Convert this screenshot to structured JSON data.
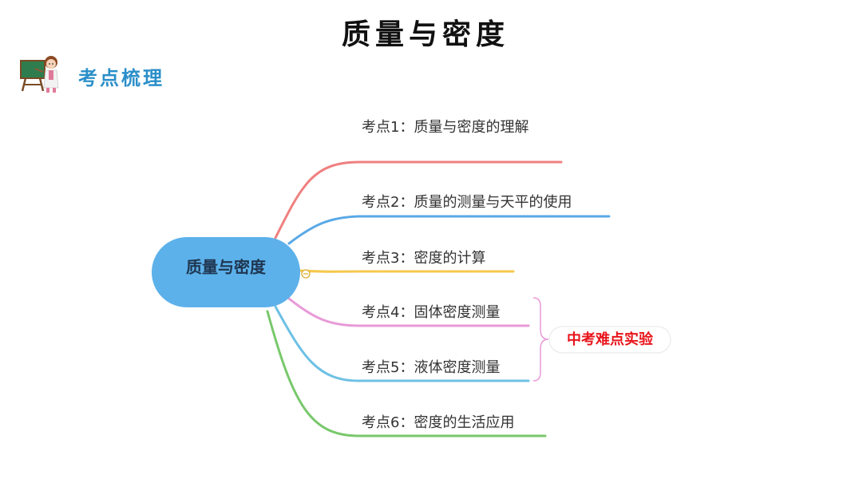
{
  "title": "质量与密度",
  "section": {
    "icon": "teacher-at-board-icon",
    "label": "考点梳理"
  },
  "mindmap": {
    "root": "质量与密度",
    "branches": [
      {
        "label": "考点1：质量与密度的理解",
        "color": "#f08080"
      },
      {
        "label": "考点2：质量的测量与天平的使用",
        "color": "#5aa9e6"
      },
      {
        "label": "考点3：密度的计算",
        "color": "#f5c84c"
      },
      {
        "label": "考点4：固体密度测量",
        "color": "#e89ad8"
      },
      {
        "label": "考点5：液体密度测量",
        "color": "#6ec1e4"
      },
      {
        "label": "考点6：密度的生活应用",
        "color": "#78c86b"
      }
    ],
    "callout": "中考难点实验"
  }
}
